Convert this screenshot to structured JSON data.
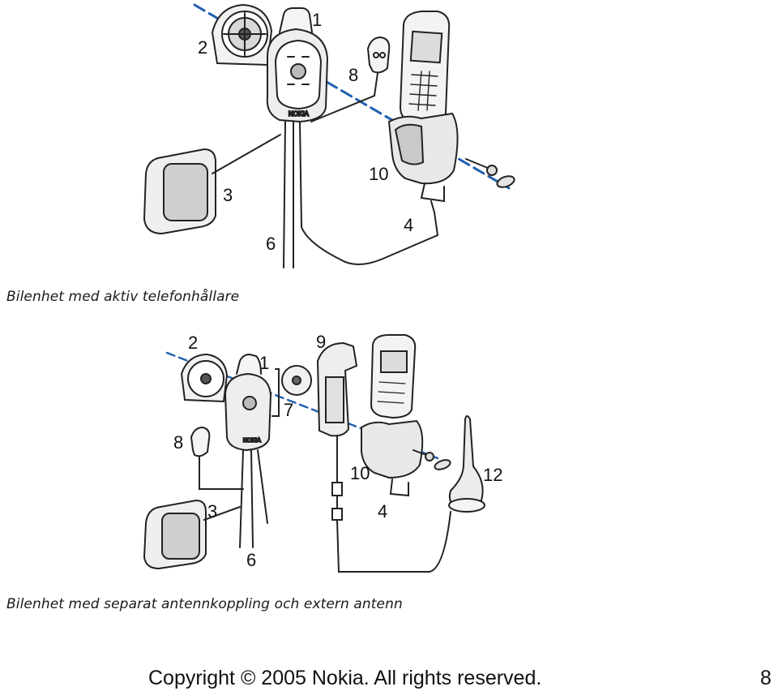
{
  "figure1": {
    "caption": "Bilenhet med aktiv telefonhållare",
    "callouts": {
      "c1": "1",
      "c2": "2",
      "c3": "3",
      "c4": "4",
      "c6": "6",
      "c8": "8",
      "c10": "10"
    },
    "brand": "NOKIA"
  },
  "figure2": {
    "caption": "Bilenhet med separat antennkoppling och extern antenn",
    "callouts": {
      "c1": "1",
      "c2": "2",
      "c3": "3",
      "c4": "4",
      "c6": "6",
      "c7": "7",
      "c8": "8",
      "c9": "9",
      "c10": "10",
      "c12": "12"
    },
    "brand": "NOKIA"
  },
  "footer": {
    "copyright": "Copyright © 2005 Nokia. All rights reserved.",
    "page_number": "8"
  }
}
